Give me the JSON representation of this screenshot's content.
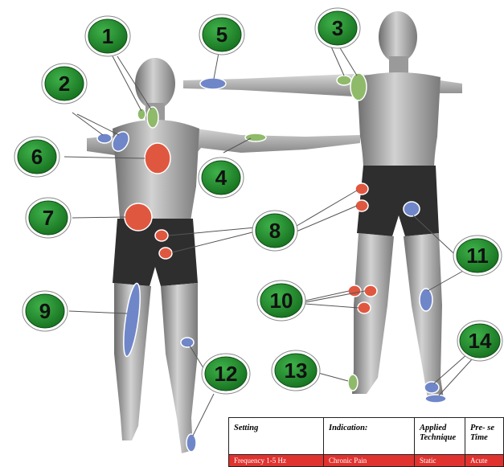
{
  "points": [
    {
      "number": "1"
    },
    {
      "number": "2"
    },
    {
      "number": "3"
    },
    {
      "number": "4"
    },
    {
      "number": "5"
    },
    {
      "number": "6"
    },
    {
      "number": "7"
    },
    {
      "number": "8"
    },
    {
      "number": "9"
    },
    {
      "number": "10"
    },
    {
      "number": "11"
    },
    {
      "number": "12"
    },
    {
      "number": "13"
    },
    {
      "number": "14"
    }
  ],
  "table": {
    "headers": [
      "Setting",
      "Indication:",
      "Applied Technique",
      "Pre- se Time"
    ],
    "row": [
      "Frequency 1-5 Hz",
      "Chronic Pain",
      "Static",
      "Acute"
    ]
  },
  "colors": {
    "badge_green": "#1e8a2a",
    "marker_red": "#e0573f",
    "marker_blue": "#6f86c9",
    "marker_green": "#8fba6a",
    "table_row_red": "#e0322f"
  }
}
